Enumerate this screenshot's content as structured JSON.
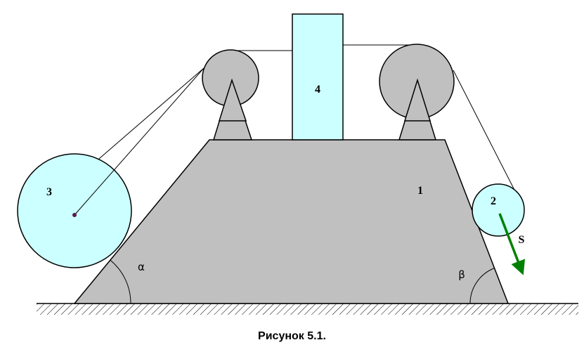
{
  "labels": {
    "body1": "1",
    "body2": "2",
    "body3": "3",
    "body4": "4",
    "force": "S",
    "alpha": "α",
    "beta": "β"
  },
  "caption": "Рисунок 5.1.",
  "colors": {
    "body_fill": "#c0c0c0",
    "light_blue": "#ccffff",
    "arrow": "#008000",
    "stroke": "#000000"
  }
}
